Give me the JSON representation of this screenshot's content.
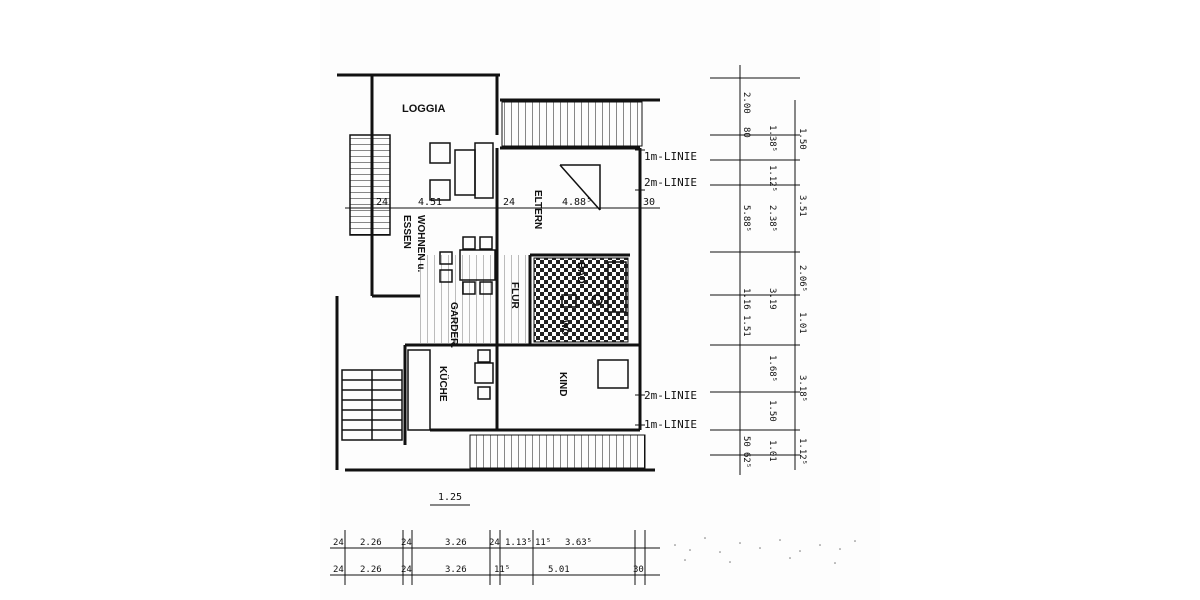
{
  "plan": {
    "rooms": {
      "loggia": "LOGGIA",
      "wohnen": "WOHNEN u.",
      "essen": "ESSEN",
      "eltern": "ELTERN",
      "bad": "BAD",
      "flur": "FLUR",
      "garder": "GARDER.",
      "kuche": "KÜCHE",
      "kind": "KIND",
      "wc": "WC"
    },
    "lines": {
      "m1_top": "1m-LINIE",
      "m2_top": "2m-LINIE",
      "m2_bottom": "2m-LINIE",
      "m1_bottom": "1m-LINIE"
    },
    "inner_dims": {
      "d24a": "24",
      "d451": "4.51",
      "d24b": "24",
      "d4885": "4.88⁵",
      "d30": "30",
      "d125": "1.25"
    },
    "right_dims_left": [
      "2.00",
      "80",
      "1.38⁵",
      "1.12⁵",
      "5.88⁵",
      "2.38⁵",
      "1.16",
      "3.19",
      "1.51",
      "1.68⁵",
      "1.50",
      "50",
      "62⁵",
      "1.01"
    ],
    "right_dims_right": [
      "1.50",
      "3.51",
      "2.06⁵",
      "1.01",
      "3.18⁵",
      "1.12⁵"
    ],
    "bottom_row1": [
      "24",
      "2.26",
      "24",
      "3.26",
      "24",
      "1.13⁵",
      "11⁵",
      "3.63⁵"
    ],
    "bottom_row2": [
      "24",
      "2.26",
      "24",
      "3.26",
      "11⁵",
      "5.01",
      "30"
    ]
  }
}
